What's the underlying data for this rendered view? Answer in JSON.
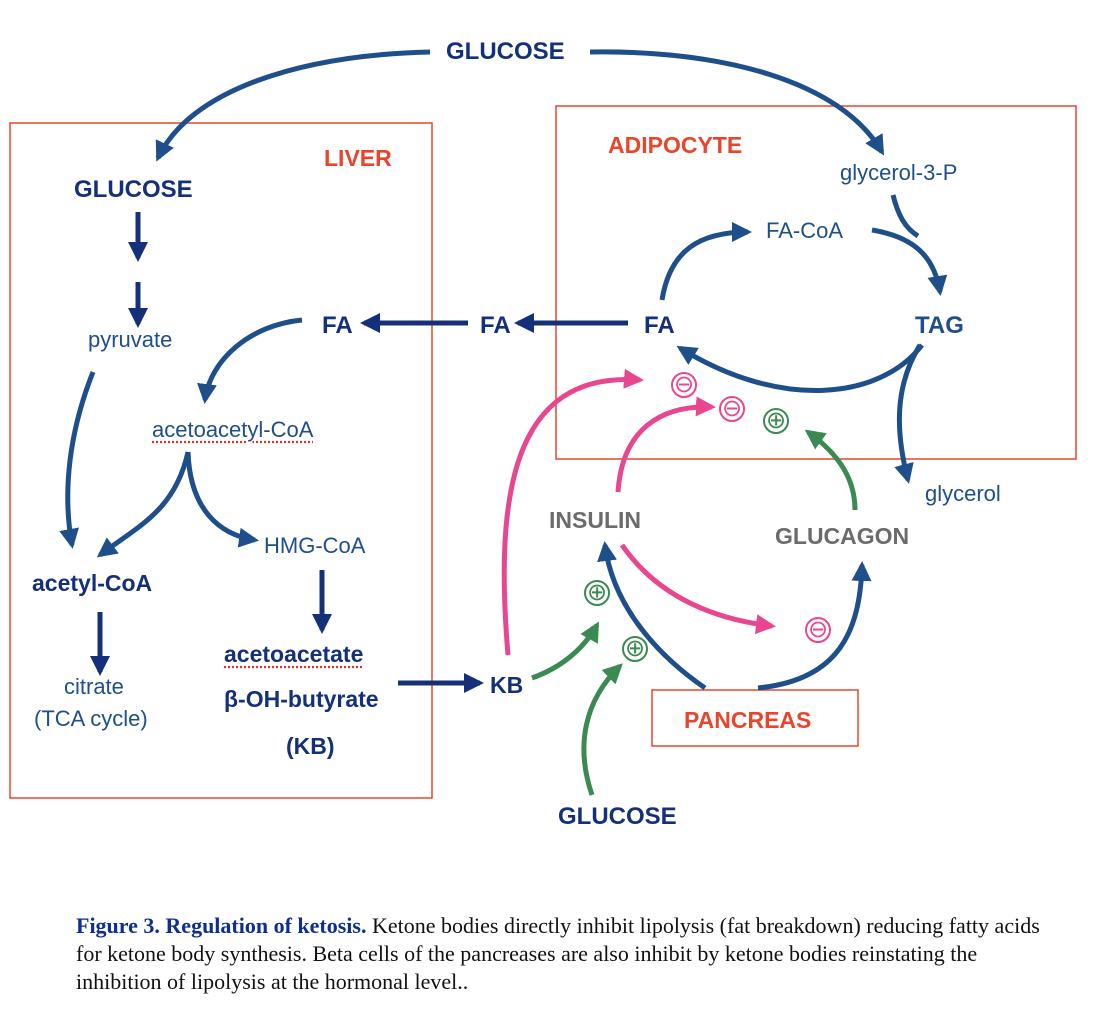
{
  "labels": {
    "glucose_top": "GLUCOSE",
    "liver_title": "LIVER",
    "adipocyte_title": "ADIPOCYTE",
    "liver_glucose": "GLUCOSE",
    "pyruvate": "pyruvate",
    "fa_liver": "FA",
    "fa_mid": "FA",
    "fa_adipo": "FA",
    "acetoacetyl_coa": "acetoacetyl-CoA",
    "hmg_coa": "HMG-CoA",
    "acetyl_coa": "acetyl-CoA",
    "citrate": "citrate",
    "tca_cycle": "(TCA cycle)",
    "acetoacetate": "acetoacetate",
    "beta_oh_butyrate": "β-OH-butyrate",
    "kb_liver": "(KB)",
    "kb": "KB",
    "glycerol_3_p": "glycerol-3-P",
    "fa_coa": "FA-CoA",
    "tag": "TAG",
    "glycerol": "glycerol",
    "insulin": "INSULIN",
    "glucagon": "GLUCAGON",
    "pancreas": "PANCREAS",
    "glucose_bottom": "GLUCOSE"
  },
  "signs": {
    "minus": "⊖",
    "plus": "⊕"
  },
  "caption": {
    "title": "Figure 3. Regulation of ketosis.",
    "text": " Ketone bodies directly inhibit lipolysis (fat breakdown) reducing fatty acids for ketone body synthesis. Beta cells of the pancreases are also inhibit by ketone bodies reinstating the inhibition of lipolysis at the hormonal level.."
  },
  "colors": {
    "navy": "#14307a",
    "steel_blue": "#1f4f8a",
    "box_red": "#e8452c",
    "inhibit_pink": "#e8478f",
    "stimulate_green": "#3a8a52",
    "hormone_gray": "#6b6b6b"
  }
}
